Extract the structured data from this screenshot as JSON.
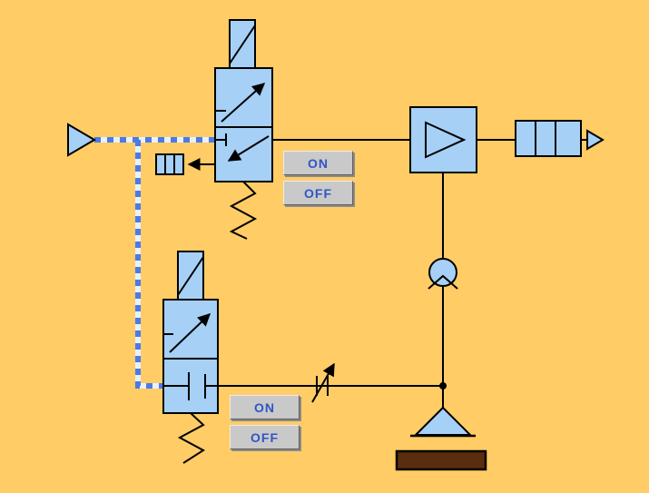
{
  "palette": {
    "background": "#FFCC66",
    "component_fill": "#A6D0F5",
    "line_color": "#000000",
    "pilot_line_blue": "#4A7BE8",
    "pilot_line_light": "#E9F1FF",
    "workpiece_color": "#5A2D0E",
    "button_face": "#C9C9C9",
    "button_text_color": "#2F55C8",
    "button_shadow": "#8A8A8A"
  },
  "controls": {
    "valve_top": {
      "on_label": "ON",
      "off_label": "OFF"
    },
    "valve_bottom": {
      "on_label": "ON",
      "off_label": "OFF"
    }
  },
  "components": [
    "air-supply",
    "pilot-pressure-line",
    "solenoid-valve-3-2-top",
    "exhaust-silencer-small",
    "vacuum-ejector",
    "silencer-right",
    "atmosphere-outlet",
    "check-valve",
    "flow-control-valve",
    "solenoid-valve-3-2-bottom",
    "suction-cup",
    "workpiece"
  ]
}
